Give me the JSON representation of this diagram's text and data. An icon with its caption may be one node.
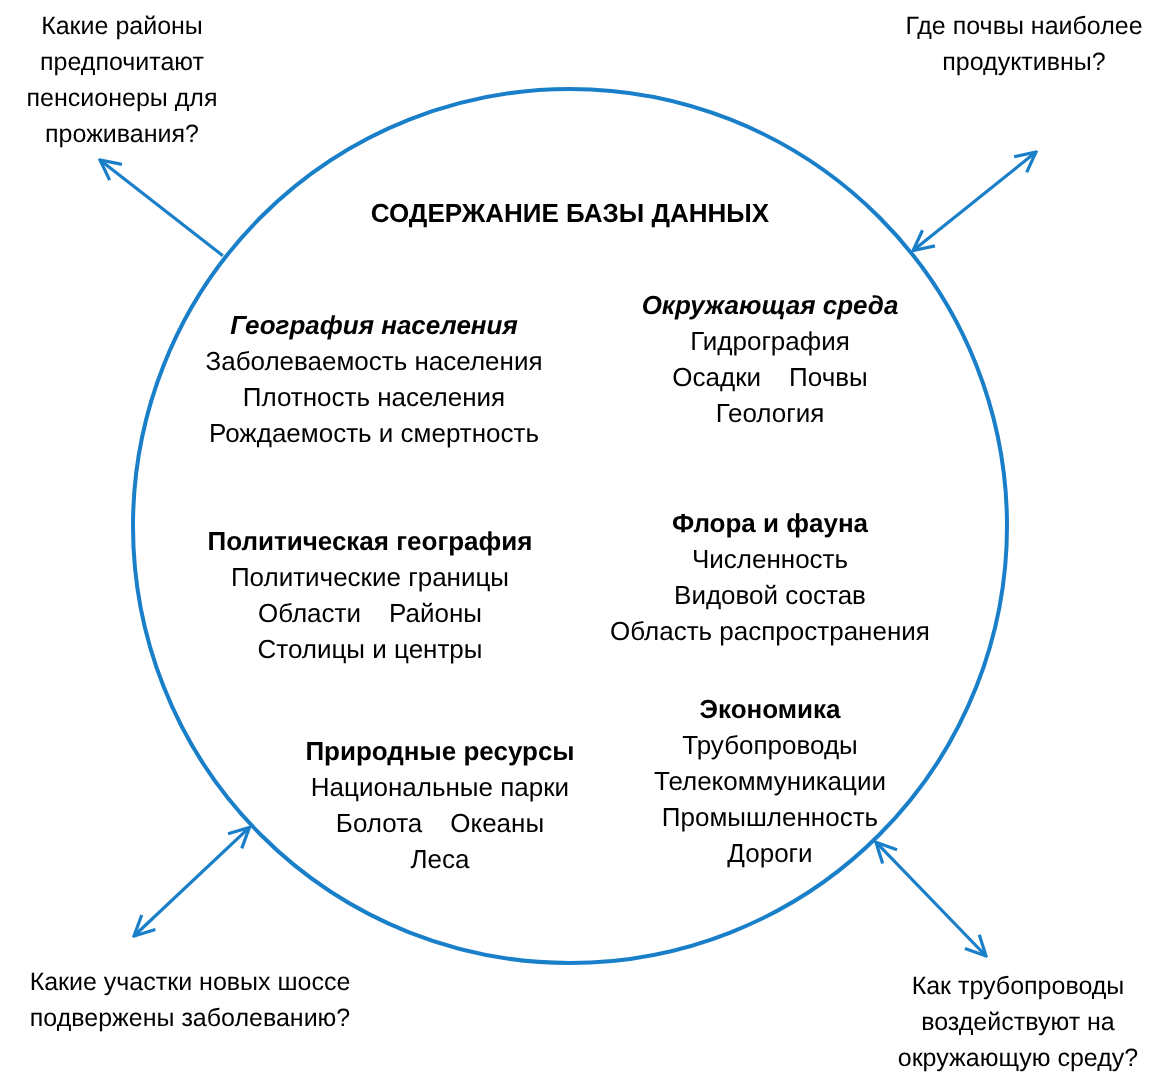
{
  "diagram": {
    "nodes": [
      {
        "text": [
          "СОДЕРЖАНИЕ БАЗЫ ДАННЫХ"
        ]
      },
      {
        "text": [
          "Какие районы предпочитают пенсионеры для проживания?"
        ]
      },
      {
        "text": [
          "Где почвы наиболее продуктивны?"
        ]
      },
      {
        "text": [
          "Какие участки новых шоссе подвержены заболеванию?"
        ]
      },
      {
        "text": [
          "Как трубопроводы воздействуют на окружающую среду?"
        ]
      }
    ],
    "edges": [
      {
        "from": 0,
        "to": 1,
        "arrow": "to"
      },
      {
        "from": 0,
        "to": 2,
        "arrow": "both"
      },
      {
        "from": 0,
        "to": 3,
        "arrow": "both"
      },
      {
        "from": 0,
        "to": 4,
        "arrow": "both"
      }
    ],
    "labels": [
      "География населения",
      "Заболеваемость населения",
      "Плотность населения",
      "Рождаемость и смертность",
      "Окружающая среда",
      "Гидрография",
      "Осадки",
      "Почвы",
      "Геология",
      "Политическая география",
      "Политические границы",
      "Области",
      "Районы",
      "Столицы и центры",
      "Флора и фауна",
      "Численность",
      "Видовой состав",
      "Область распространения",
      "Экономика",
      "Трубопроводы",
      "Телекоммуникации",
      "Промышленность",
      "Дороги",
      "Природные ресурсы",
      "Национальные парки",
      "Болота",
      "Океаны",
      "Леса"
    ]
  }
}
